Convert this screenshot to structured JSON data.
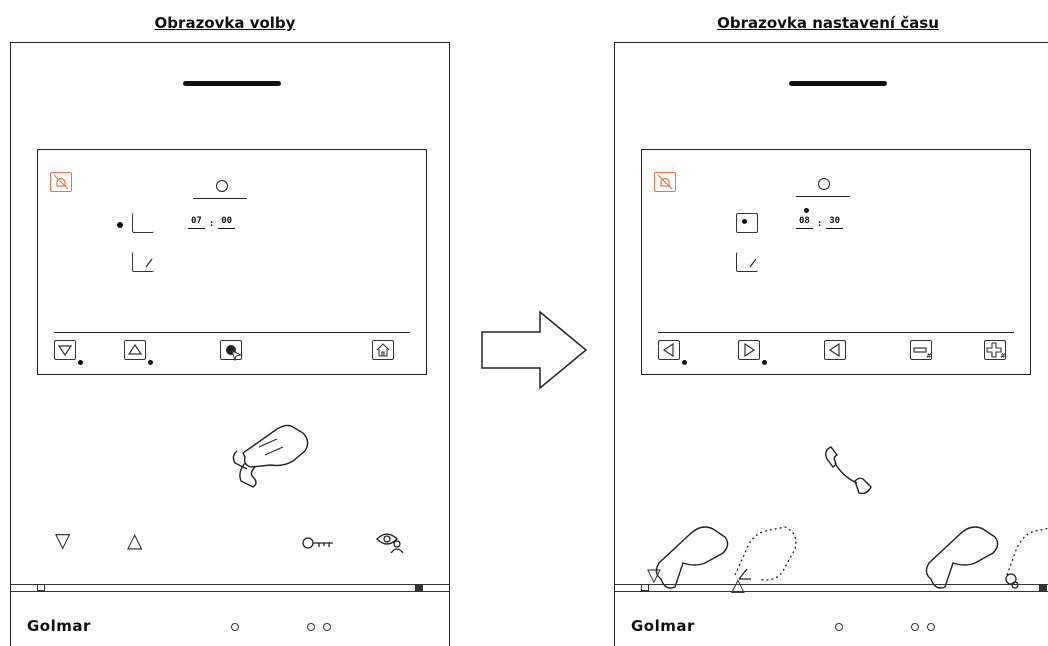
{
  "left_panel": {
    "title": "Obrazovka volby",
    "time": {
      "hours": "07",
      "sep": ":",
      "minutes": "00"
    },
    "brand": "Golmar",
    "tab_icons": [
      "down-icon",
      "up-icon",
      "select-icon",
      "home-icon"
    ],
    "keys": [
      "down-arrow-key",
      "up-arrow-key",
      "door-key",
      "monitor-user-key"
    ]
  },
  "right_panel": {
    "title": "Obrazovka nastavení času",
    "time": {
      "hours": "08",
      "sep": ":",
      "minutes": "30"
    },
    "brand": "Golmar",
    "tab_icons": [
      "left-icon",
      "right-icon",
      "back-icon",
      "minus-icon",
      "plus-icon"
    ]
  },
  "accent_color": "#e07a4a"
}
